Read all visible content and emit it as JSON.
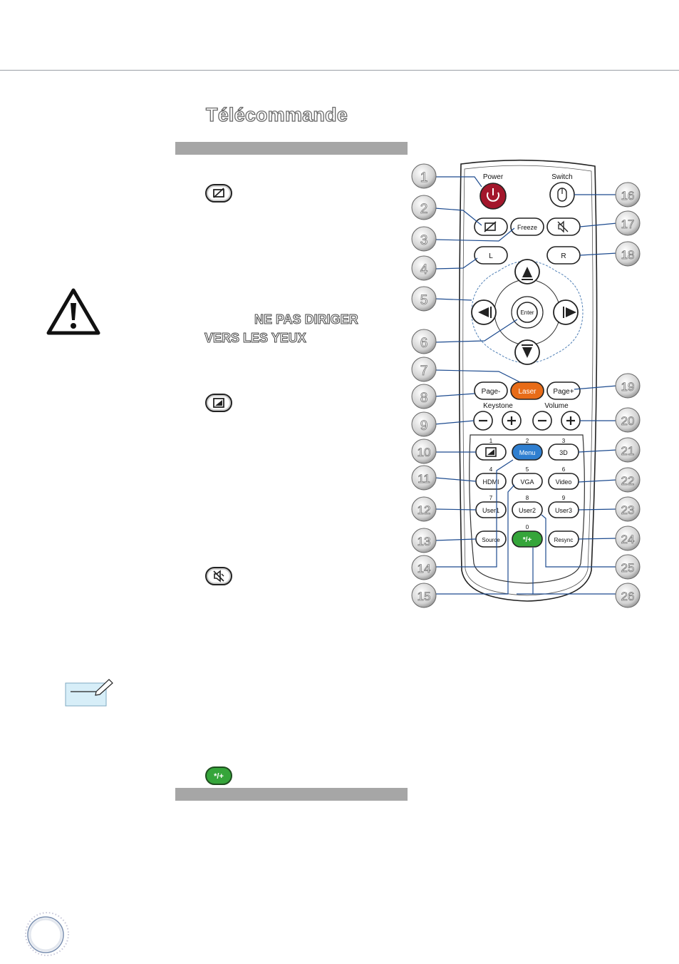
{
  "page": {
    "title": "Télécommande",
    "warning": {
      "line1": "NE PAS DIRIGER",
      "line2": "VERS LES YEUX"
    }
  },
  "remote": {
    "labels": {
      "power": "Power",
      "switch": "Switch",
      "freeze": "Freeze",
      "l": "L",
      "r": "R",
      "enter": "Enter",
      "laser": "Laser",
      "page_minus": "Page-",
      "page_plus": "Page+",
      "keystone": "Keystone",
      "volume": "Volume",
      "minus": "–",
      "plus": "+",
      "menu": "Menu",
      "3d": "3D",
      "hdmi": "HDMI",
      "vga": "VGA",
      "video": "Video",
      "user1": "User1",
      "user2": "User2",
      "user3": "User3",
      "source": "Source",
      "resync": "Resync",
      "num1": "1",
      "num2": "2",
      "num3": "3",
      "num4": "4",
      "num5": "5",
      "num6": "6",
      "num7": "7",
      "num8": "8",
      "num9": "9",
      "num0": "0"
    },
    "callouts": {
      "c1": "1",
      "c2": "2",
      "c3": "3",
      "c4": "4",
      "c5": "5",
      "c6": "6",
      "c7": "7",
      "c8": "8",
      "c9": "9",
      "c10": "10",
      "c11": "11",
      "c12": "12",
      "c13": "13",
      "c14": "14",
      "c15": "15",
      "c16": "16",
      "c17": "17",
      "c18": "18",
      "c19": "19",
      "c20": "20",
      "c21": "21",
      "c22": "22",
      "c23": "23",
      "c24": "24",
      "c25": "25",
      "c26": "26"
    }
  },
  "icons": {
    "blank": "screen-blank-icon",
    "keystone_correct": "keystone-icon",
    "mute": "speaker-mute-icon",
    "four_to_three": "aspect-ratio-icon",
    "warning": "warning-triangle-icon",
    "note": "note-pencil-icon"
  },
  "colors": {
    "power": "#a3162b",
    "laser": "#e86c18",
    "menu": "#2f7fd0",
    "aspect": "#35a53a",
    "callout_line": "#1d4b8f",
    "bar": "#a6a6a6"
  }
}
